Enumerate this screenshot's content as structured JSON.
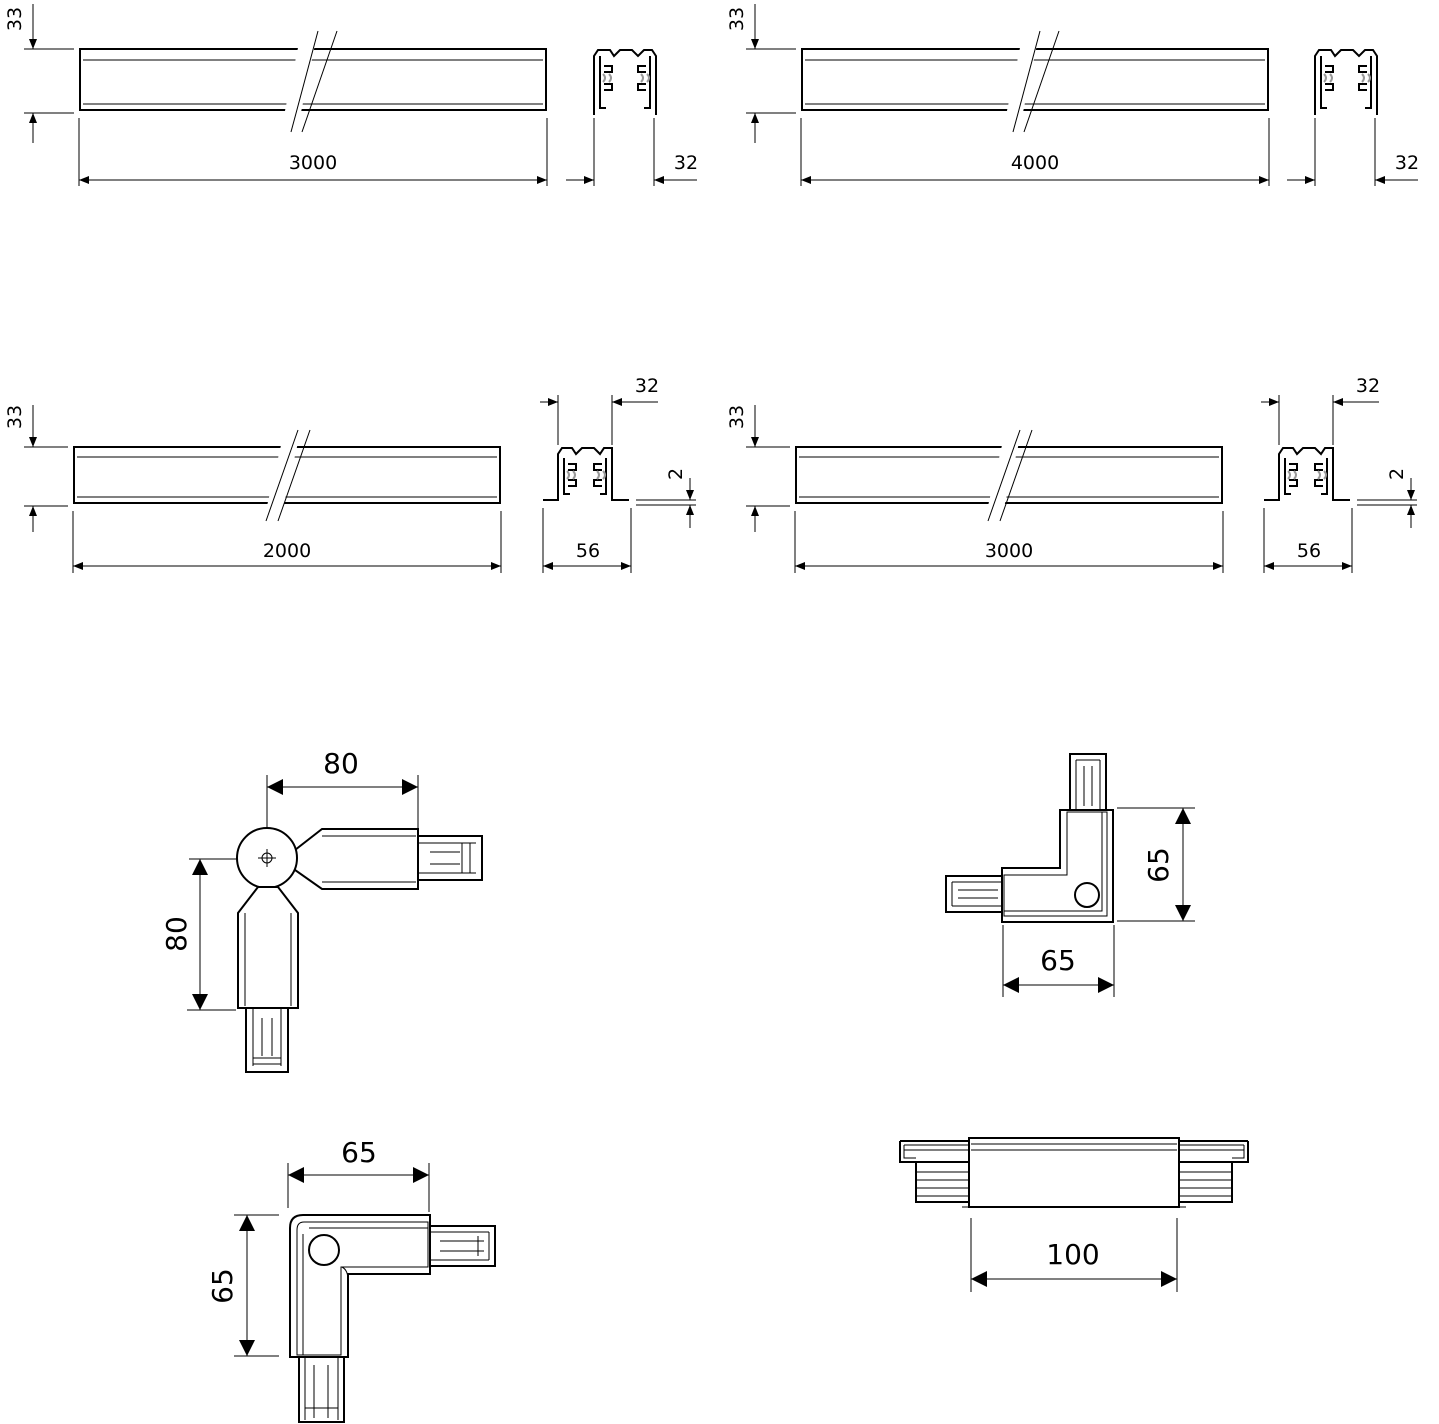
{
  "colors": {
    "line": "#000000",
    "background": "#ffffff",
    "hatch": "#9a9a9a"
  },
  "drawings": {
    "track_3000": {
      "height": "33",
      "length": "3000",
      "profile_width": "32"
    },
    "track_4000": {
      "height": "33",
      "length": "4000",
      "profile_width": "32"
    },
    "track_2000_recessed": {
      "height": "33",
      "length": "2000",
      "profile_top": "32",
      "flange": "2",
      "profile_width": "56"
    },
    "track_3000_recessed": {
      "height": "33",
      "length": "3000",
      "profile_top": "32",
      "flange": "2",
      "profile_width": "56"
    },
    "flexible_connector": {
      "width": "80",
      "height": "80"
    },
    "l_connector_right": {
      "height": "65",
      "width": "65"
    },
    "l_connector_left": {
      "width": "65",
      "height": "65"
    },
    "straight_connector": {
      "length": "100"
    }
  }
}
